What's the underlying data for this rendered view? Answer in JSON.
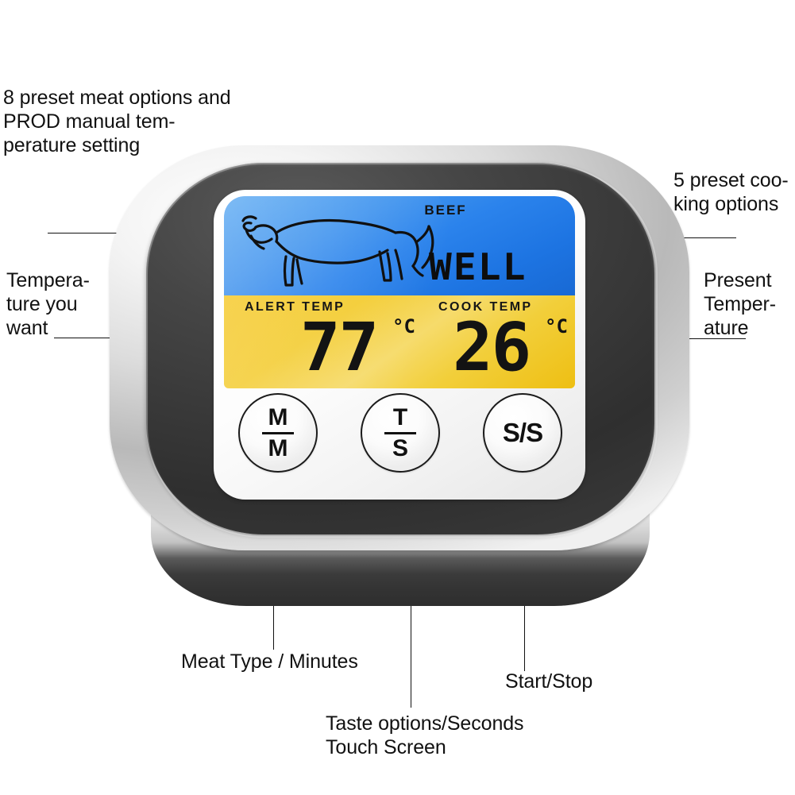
{
  "product": {
    "name": "digital-meat-thermometer",
    "colors": {
      "lcd_blue": "#2b83ec",
      "lcd_yellow": "#f3cb2e",
      "bezel_dark": "#3a3a3a",
      "shell_silver": "#d8d8d8",
      "annotation_text": "#111111"
    }
  },
  "display": {
    "meat_label": "BEEF",
    "doneness_label": "WELL",
    "alert": {
      "caption": "ALERT TEMP",
      "value": "77",
      "unit": "°C"
    },
    "cook": {
      "caption": "COOK TEMP",
      "value": "26",
      "unit": "°C"
    }
  },
  "buttons": [
    {
      "name": "meat-type-minutes",
      "top": "M",
      "bottom": "M",
      "style": "fraction"
    },
    {
      "name": "taste-seconds",
      "top": "T",
      "bottom": "S",
      "style": "fraction"
    },
    {
      "name": "start-stop",
      "label": "S/S",
      "style": "inline"
    }
  ],
  "annotations": {
    "top_left": "8 preset meat options and\nPROD manual tem-\nperature setting",
    "top_right": "5 preset coo-\nking options",
    "mid_left": "Temperature\nyou want",
    "mid_right": "Present\nTemper-\nature",
    "bottom_left": "Meat Type / Minutes",
    "bottom_center": "Taste options/Seconds\nTouch Screen",
    "bottom_right": "Start/Stop"
  }
}
